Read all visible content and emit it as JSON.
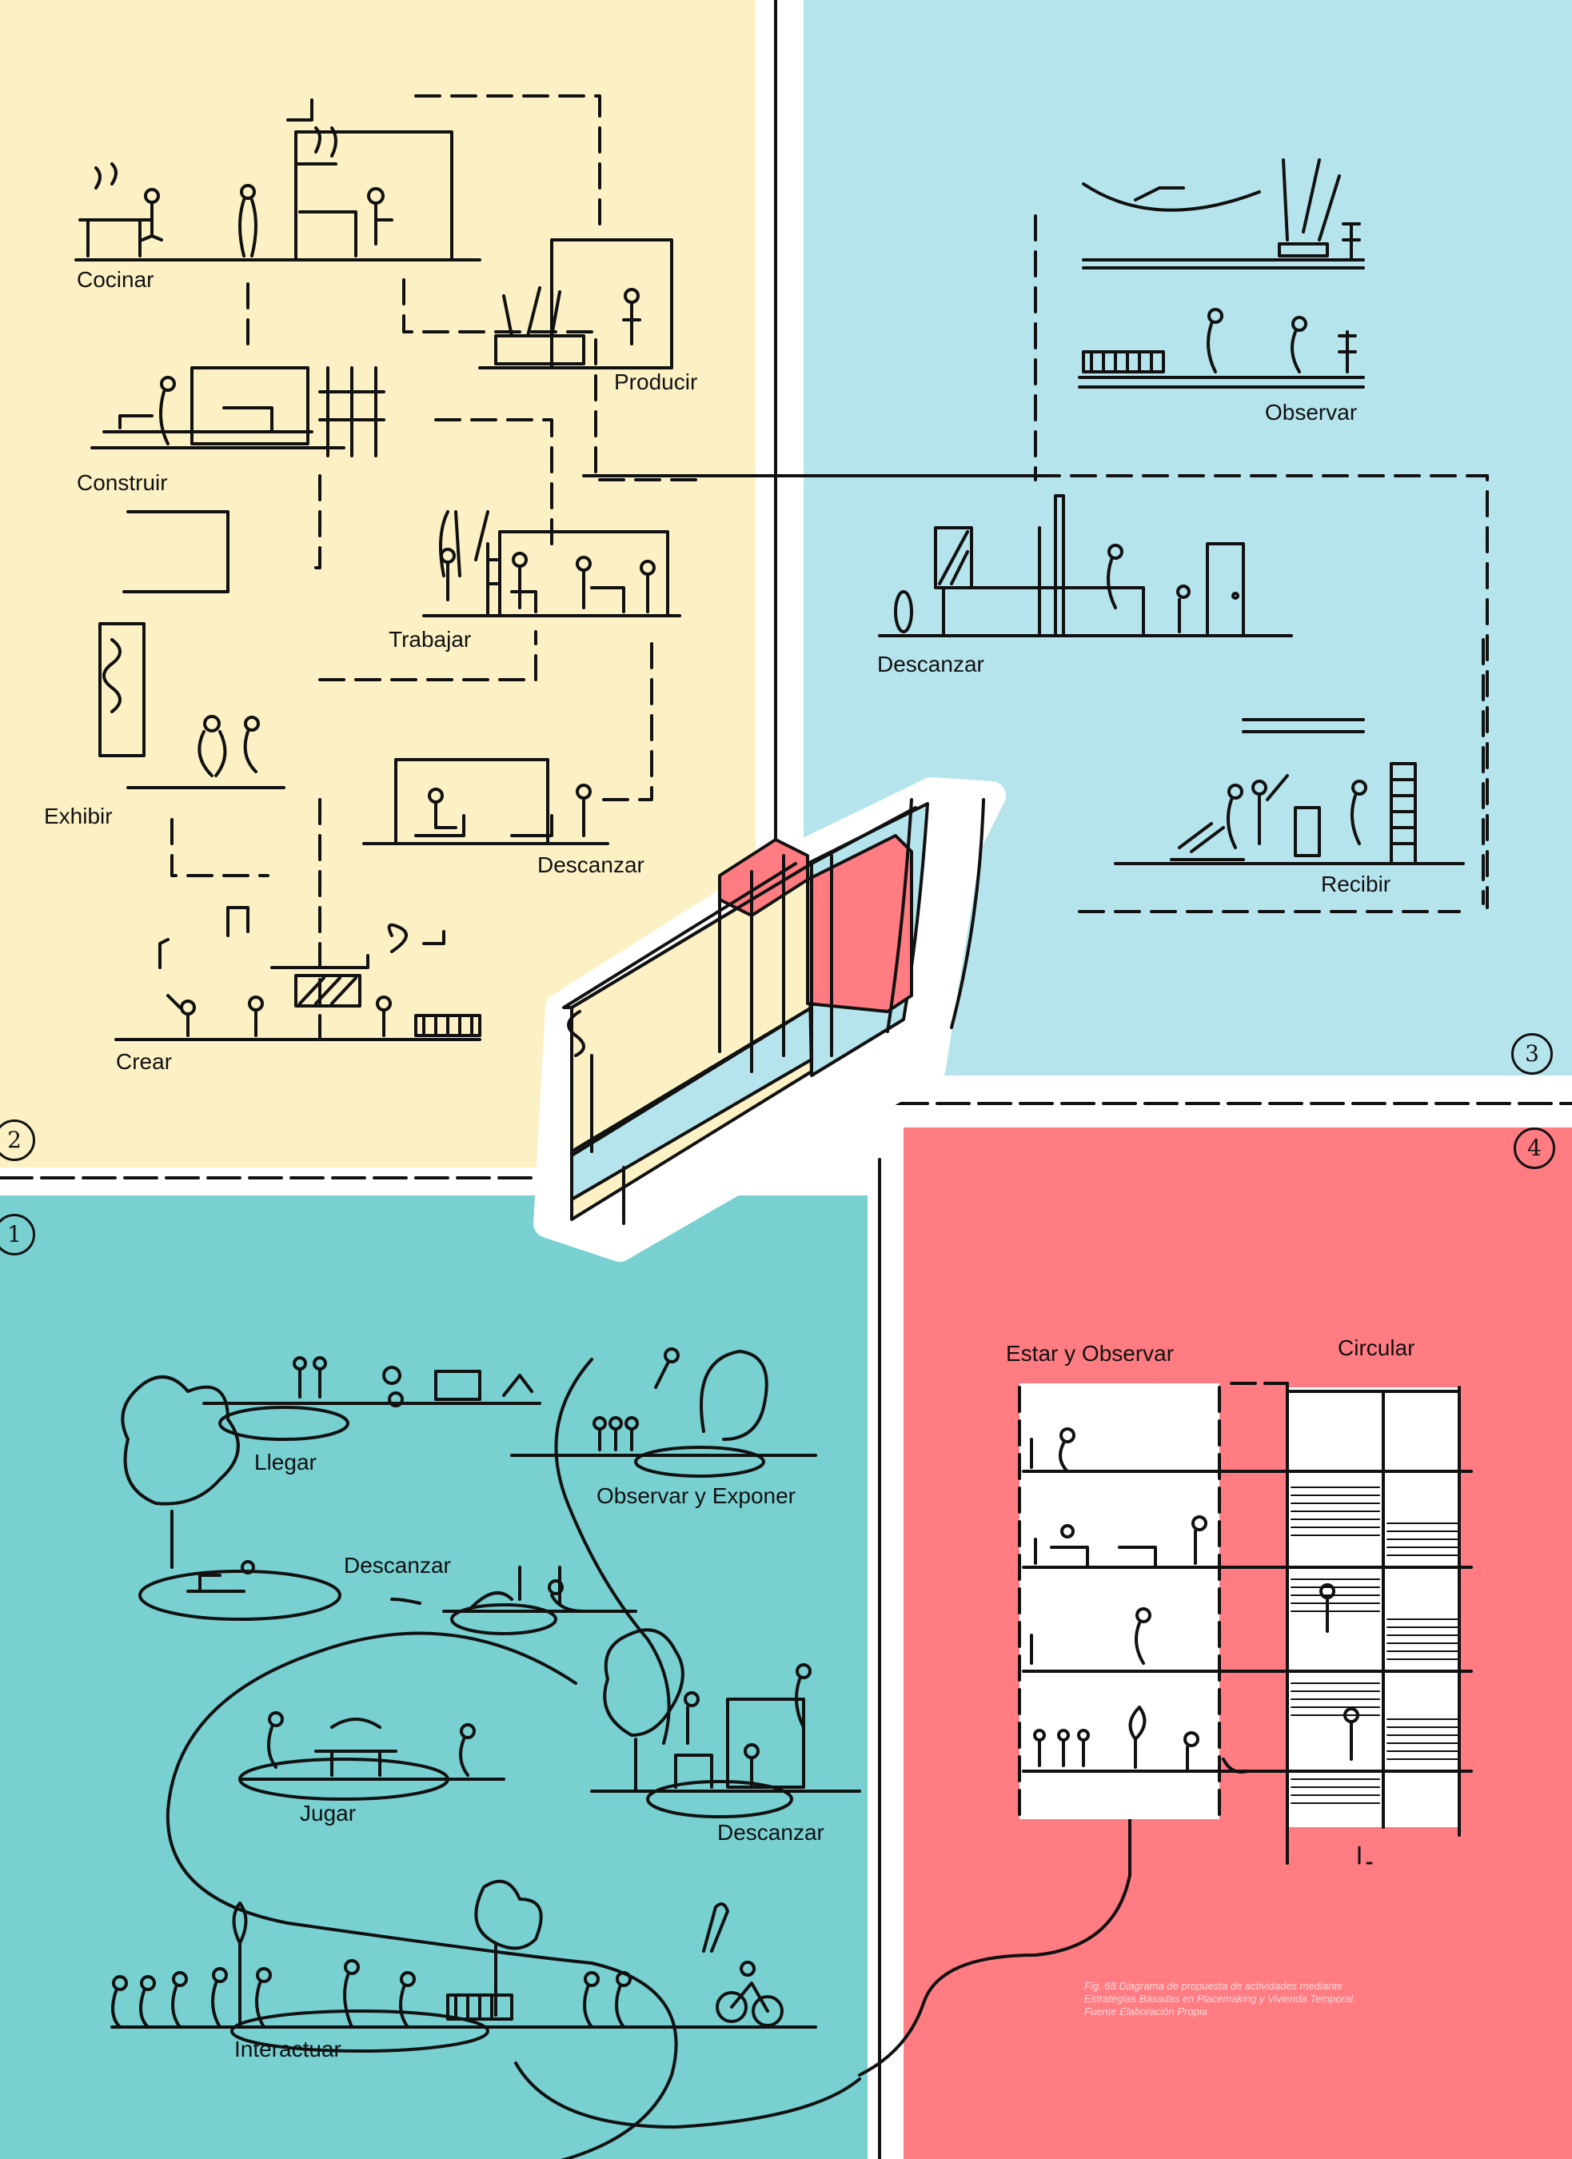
{
  "colors": {
    "zone2": "#fbf1c4",
    "zone3": "#b6e4ec",
    "zone1": "#78d0d1",
    "zone4": "#ff7c82",
    "ink": "#111111"
  },
  "zone_numbers": {
    "z1": "1",
    "z2": "2",
    "z3": "3",
    "z4": "4"
  },
  "zone2_labels": {
    "cocinar": "Cocinar",
    "producir": "Producir",
    "construir": "Construir",
    "trabajar": "Trabajar",
    "exhibir": "Exhibir",
    "descanzar": "Descanzar",
    "crear": "Crear"
  },
  "zone3_labels": {
    "observar": "Observar",
    "descanzar": "Descanzar",
    "recibir": "Recibir"
  },
  "zone1_labels": {
    "llegar": "Llegar",
    "observar_exponer": "Observar y Exponer",
    "descanzar_a": "Descanzar",
    "jugar": "Jugar",
    "descanzar_b": "Descanzar",
    "interactuar": "Interactuar"
  },
  "zone4_labels": {
    "estar_observar": "Estar y Observar",
    "circular": "Circular"
  },
  "caption": {
    "line1": "Fig. 68 Diagrama de  propuesta de actividades mediante",
    "line2": "Estrategias Basadas en Placemaking y Vivienda Temporal.",
    "line3": "Fuente Elaboración Propia"
  }
}
